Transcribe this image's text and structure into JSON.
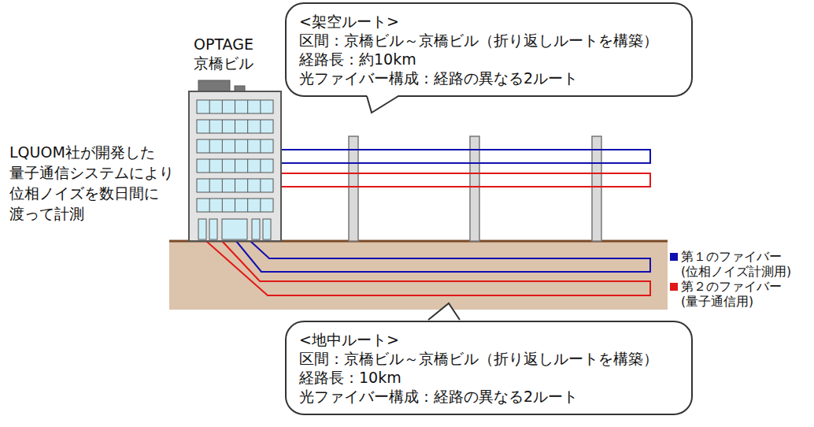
{
  "diagram": {
    "nodes": [
      {
        "text": [
          "OPTAGE 京橋ビル"
        ]
      },
      {
        "text": [
          "<架空ルート>",
          "区間：京橋ビル～京橋ビル（折り返しルートを構築）",
          "経路長：約10km",
          "光ファイバー構成：経路の異なる2ルート"
        ]
      },
      {
        "text": [
          "<地中ルート>",
          "区間：京橋ビル～京橋ビル（折り返しルートを構築）",
          "経路長：10km",
          "光ファイバー構成：経路の異なる2ルート"
        ]
      }
    ],
    "edges": [],
    "labels": [
      "LQUOM社が開発した 量子通信システムにより 位相ノイズを数日間に 渡って計測"
    ],
    "legend": [
      {
        "text": "第１のファイバー (位相ノイズ計測用)",
        "color": "#1010b0"
      },
      {
        "text": "第２のファイバー (量子通信用)",
        "color": "#e01818"
      }
    ]
  }
}
